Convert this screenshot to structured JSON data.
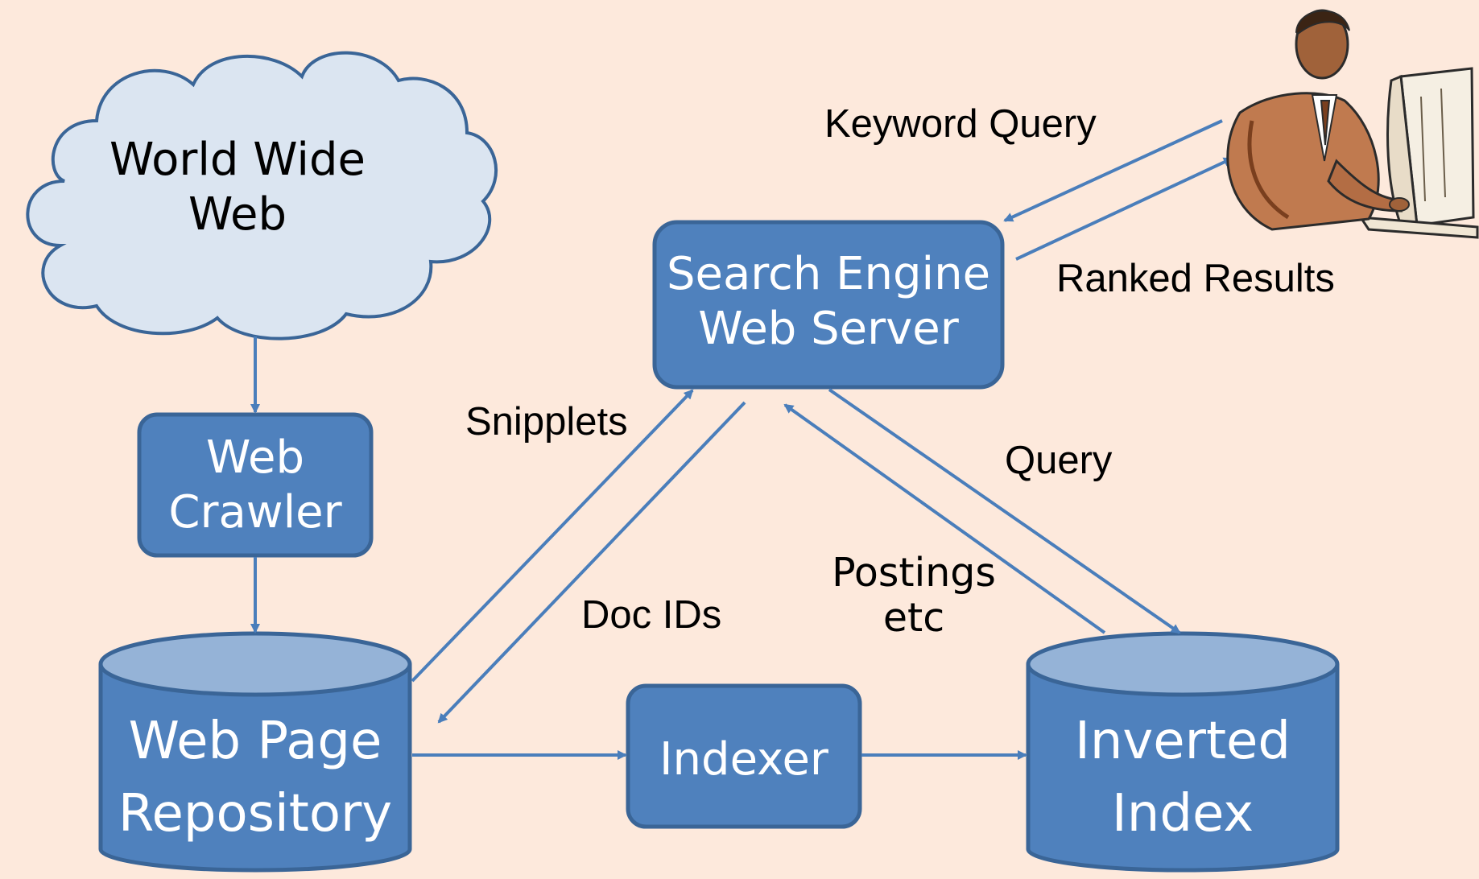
{
  "colors": {
    "background": "#fde9dc",
    "box_fill": "#4f81bd",
    "box_stroke": "#3a6597",
    "cylinder_top": "#95b3d7",
    "cloud_fill": "#dbe5f1",
    "arrow": "#4a7ebb"
  },
  "nodes": {
    "cloud": {
      "line1": "World Wide",
      "line2": "Web"
    },
    "crawler": {
      "line1": "Web",
      "line2": "Crawler"
    },
    "repository": {
      "line1": "Web Page",
      "line2": "Repository"
    },
    "indexer": {
      "label": "Indexer"
    },
    "inverted_index": {
      "line1": "Inverted",
      "line2": "Index"
    },
    "server": {
      "line1": "Search Engine",
      "line2": "Web Server"
    },
    "user": {
      "icon": "user-at-computer-icon"
    }
  },
  "edges": {
    "keyword_query": "Keyword Query",
    "ranked_results": "Ranked Results",
    "snipplets": "Snipplets",
    "doc_ids": "Doc IDs",
    "query": "Query",
    "postings_line1": "Postings",
    "postings_line2": "etc"
  }
}
